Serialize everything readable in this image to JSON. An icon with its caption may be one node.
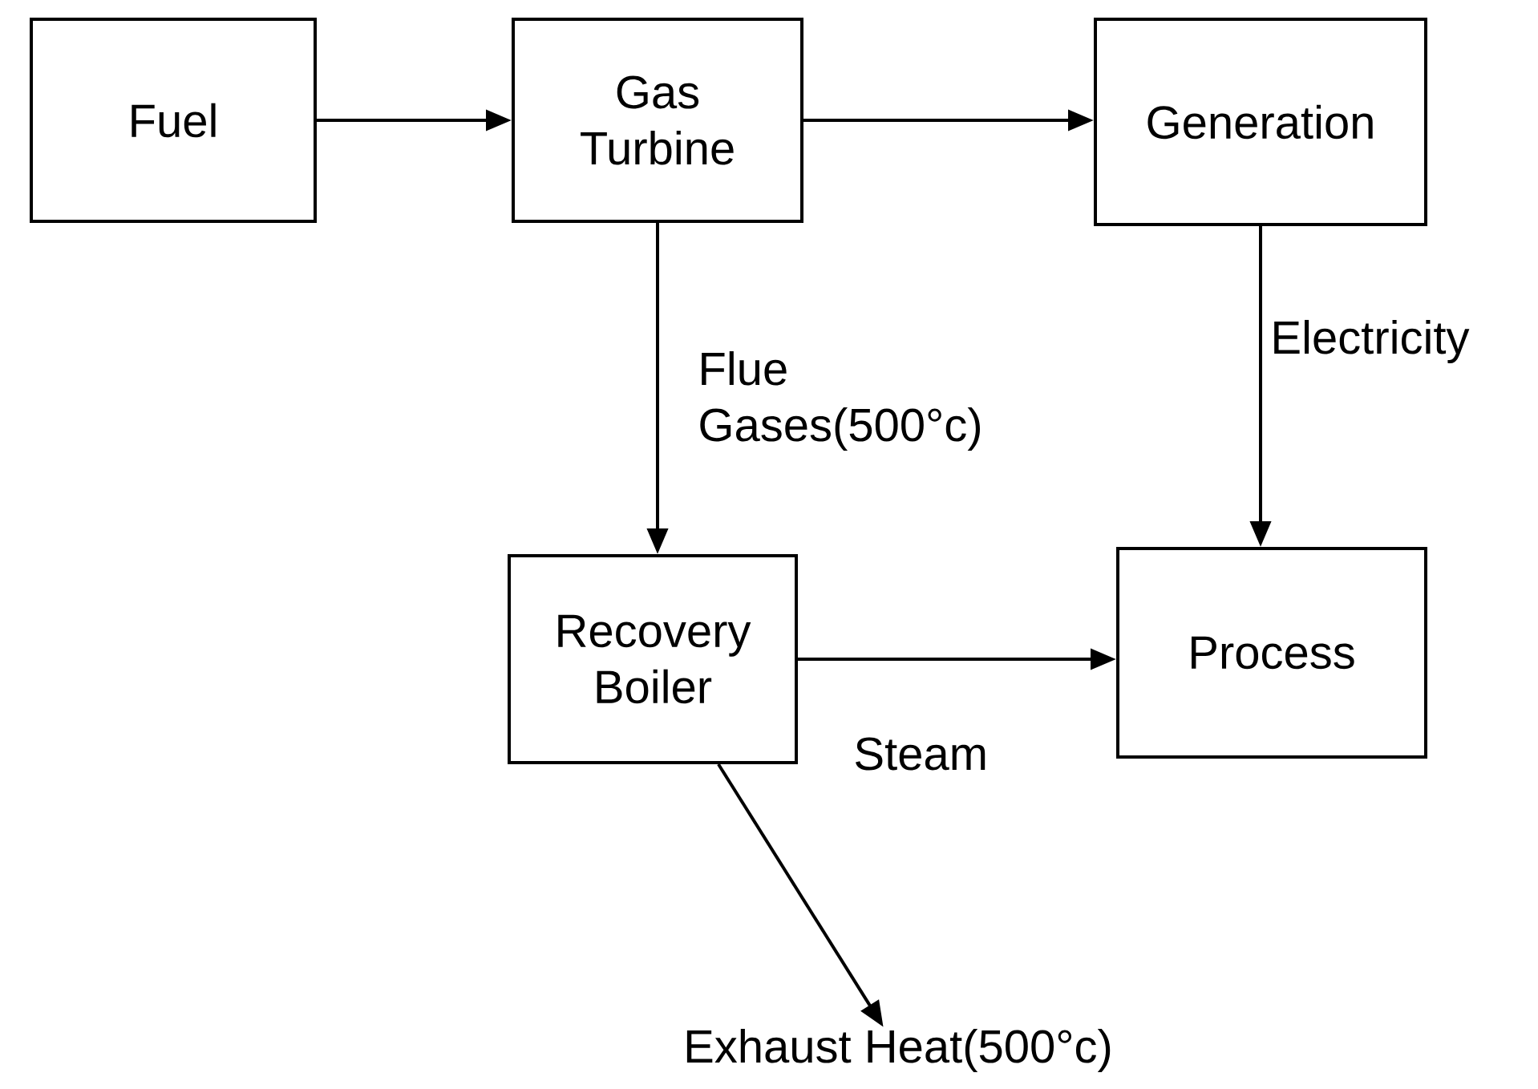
{
  "diagram": {
    "nodes": [
      {
        "text": [
          "Fuel"
        ]
      },
      {
        "text": [
          "Gas Turbine"
        ]
      },
      {
        "text": [
          "Generation"
        ]
      },
      {
        "text": [
          "Recovery Boiler"
        ]
      },
      {
        "text": [
          "Process"
        ]
      },
      {
        "text": [
          "Exhaust Heat(500°c)"
        ]
      }
    ],
    "edges": [
      {
        "from": 0,
        "to": 1,
        "arrow": "to"
      },
      {
        "from": 1,
        "to": 2,
        "arrow": "to"
      },
      {
        "from": 1,
        "to": 3,
        "arrow": "to",
        "label": "Flue Gases(500°c)"
      },
      {
        "from": 2,
        "to": 4,
        "arrow": "to",
        "label": "Electricity"
      },
      {
        "from": 3,
        "to": 4,
        "arrow": "to",
        "label": "Steam"
      },
      {
        "from": 3,
        "to": 5,
        "arrow": "to"
      }
    ]
  }
}
